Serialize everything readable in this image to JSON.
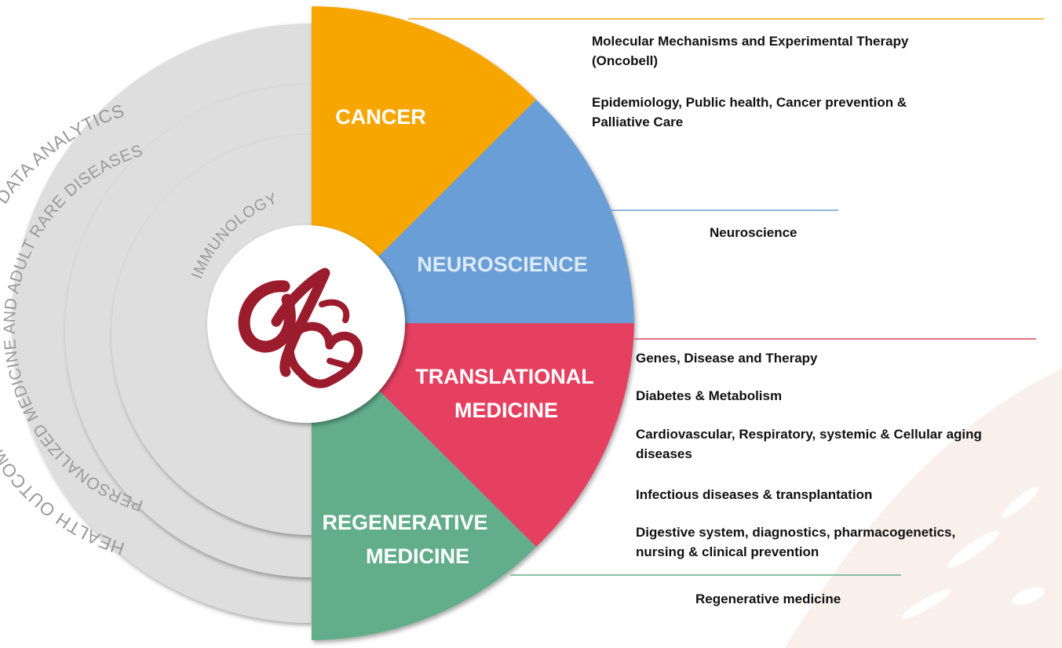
{
  "rings": {
    "outer": "HEALTH OUTCOMES, HEALTH SERVICES AND DATA ANALYTICS",
    "middle": "PERSONALIZED MEDICINE AND ADULT RARE DISEASES",
    "inner": "IMMUNOLOGY"
  },
  "segments": {
    "cancer": {
      "label": "CANCER",
      "color": "#F7A600"
    },
    "neuroscience": {
      "label": "NEUROSCIENCE",
      "color": "#6A9ED6",
      "text_color": "#DDEBF8"
    },
    "translational": {
      "label_line1": "TRANSLATIONAL",
      "label_line2": "MEDICINE",
      "color": "#E5405F"
    },
    "regenerative": {
      "label_line1": "REGENERATIVE",
      "label_line2": "MEDICINE",
      "color": "#62AE8A"
    }
  },
  "groups": {
    "cancer": {
      "item1_line1": "Molecular Mechanisms and Experimental Therapy",
      "item1_line2": "(Oncobell)",
      "item2_line1": "Epidemiology, Public health, Cancer prevention &",
      "item2_line2": "Palliative Care"
    },
    "neuroscience": {
      "item1": "Neuroscience"
    },
    "translational": {
      "item1": "Genes, Disease and Therapy",
      "item2": "Diabetes & Metabolism",
      "item3_line1": "Cardiovascular, Respiratory, systemic & Cellular aging",
      "item3_line2": "diseases",
      "item4": "Infectious diseases & transplantation",
      "item5_line1": "Digestive system, diagnostics, pharmacogenetics,",
      "item5_line2": "nursing & clinical prevention"
    },
    "regenerative": {
      "item1": "Regenerative medicine"
    }
  },
  "logo": "institution-logo"
}
